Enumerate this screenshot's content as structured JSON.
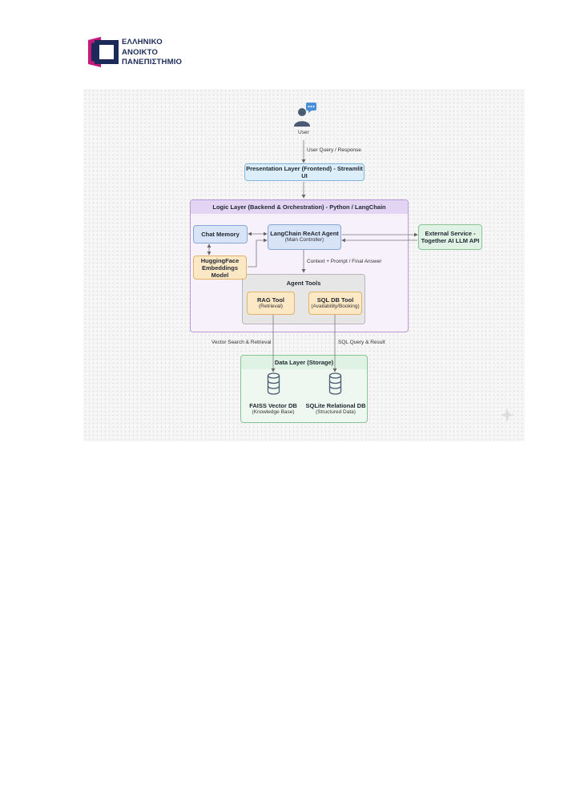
{
  "logo": {
    "lines": [
      "ΕΛΛΗΝΙΚΟ",
      "ΑΝΟΙΚΤΟ",
      "ΠΑΝΕΠΙΣΤΗΜΙΟ"
    ],
    "colors": {
      "navy": "#1c2a5a",
      "magenta": "#c6177a"
    }
  },
  "diagram": {
    "user": {
      "label": "User"
    },
    "edges": {
      "user_presentation": "User Query / Response",
      "agent_tools": "Context + Prompt / Final Answer",
      "rag_faiss": "Vector Search & Retrieval",
      "sql_sqlite": "SQL Query & Result"
    },
    "presentation": {
      "title": "Presentation Layer (Frontend) - Streamlit UI"
    },
    "logic": {
      "title": "Logic Layer (Backend & Orchestration) - Python / LangChain"
    },
    "chat_memory": {
      "title": "Chat Memory"
    },
    "agent": {
      "title": "LangChain ReAct Agent",
      "subtitle": "(Main Controller)"
    },
    "embeddings": {
      "line1": "HuggingFace",
      "line2": "Embeddings Model"
    },
    "external": {
      "line1": "External Service -",
      "line2": "Together AI LLM API"
    },
    "tools": {
      "title": "Agent Tools"
    },
    "rag": {
      "title": "RAG Tool",
      "subtitle": "(Retrieval)"
    },
    "sqltool": {
      "title": "SQL DB Tool",
      "subtitle": "(Availability/Booking)"
    },
    "data": {
      "title": "Data Layer (Storage)"
    },
    "faiss": {
      "title": "FAISS Vector DB",
      "subtitle": "(Knowledge Base)"
    },
    "sqlite": {
      "title": "SQLite Relational DB",
      "subtitle": "(Structured Data)"
    },
    "colors": {
      "presentation_fill": "#dbeefa",
      "presentation_border": "#7fb6dc",
      "logic_fill": "#f6f1fb",
      "logic_border": "#b79ad6",
      "logic_header": "#e3d4f3",
      "blue_fill": "#d7e3f6",
      "blue_border": "#8aa6d6",
      "orange_fill": "#fde8c6",
      "orange_border": "#e0b46a",
      "green_fill": "#dff2e3",
      "green_border": "#87c597",
      "gray_fill": "#e6e6e6",
      "gray_border": "#b8b8b8",
      "icon": "#4a5a73"
    }
  }
}
